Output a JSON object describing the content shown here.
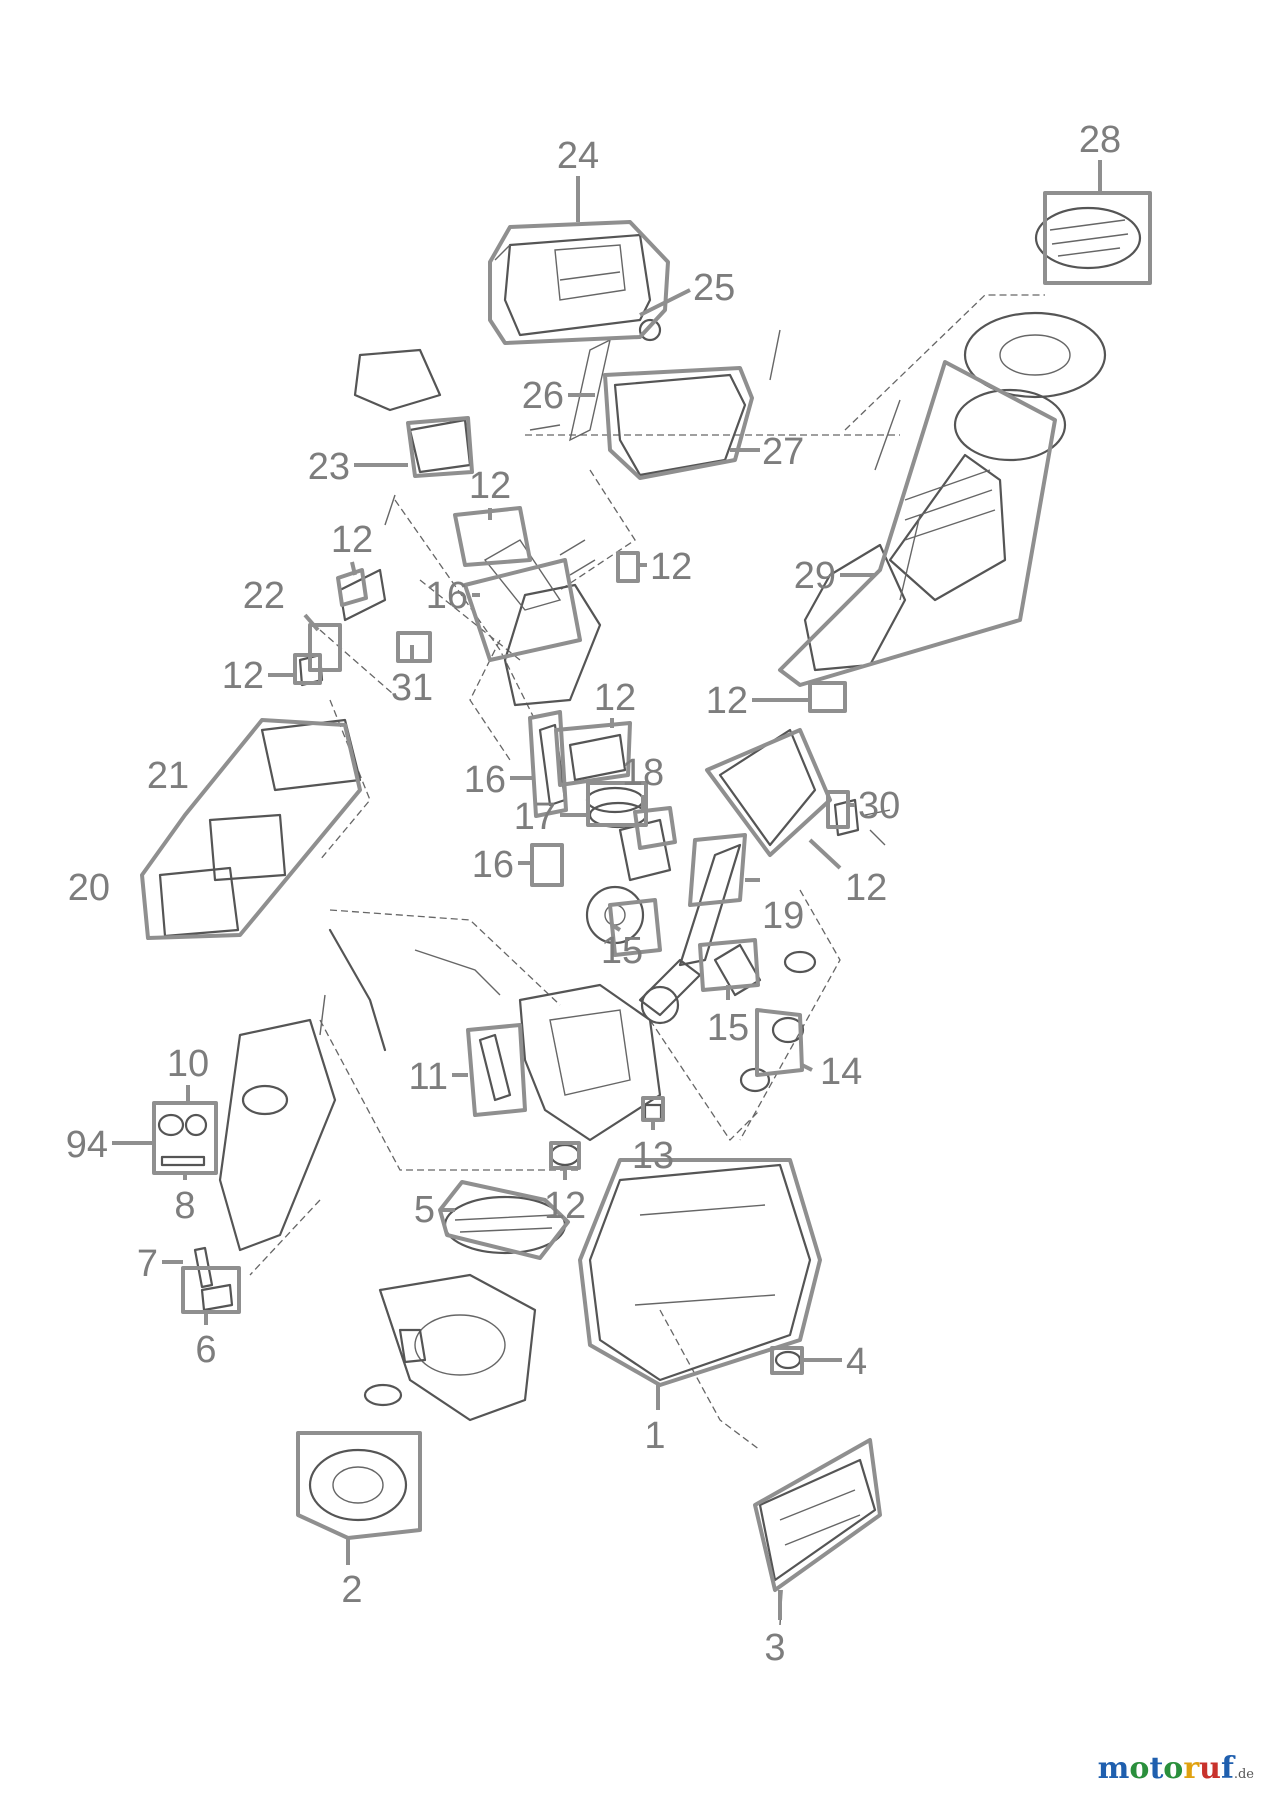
{
  "diagram": {
    "part_labels": [
      "24",
      "28",
      "25",
      "26",
      "27",
      "23",
      "12",
      "12",
      "16",
      "22",
      "12",
      "12",
      "29",
      "31",
      "12",
      "12",
      "16",
      "18",
      "21",
      "17",
      "30",
      "16",
      "20",
      "12",
      "19",
      "15",
      "15",
      "14",
      "10",
      "11",
      "13",
      "94",
      "12",
      "8",
      "5",
      "7",
      "4",
      "6",
      "1",
      "2",
      "3"
    ]
  },
  "watermark": {
    "brand": "motoruf",
    "domain": ".de",
    "colors": [
      "#1f5fae",
      "#2a8f3c",
      "#e0a10f",
      "#c8322c"
    ]
  }
}
